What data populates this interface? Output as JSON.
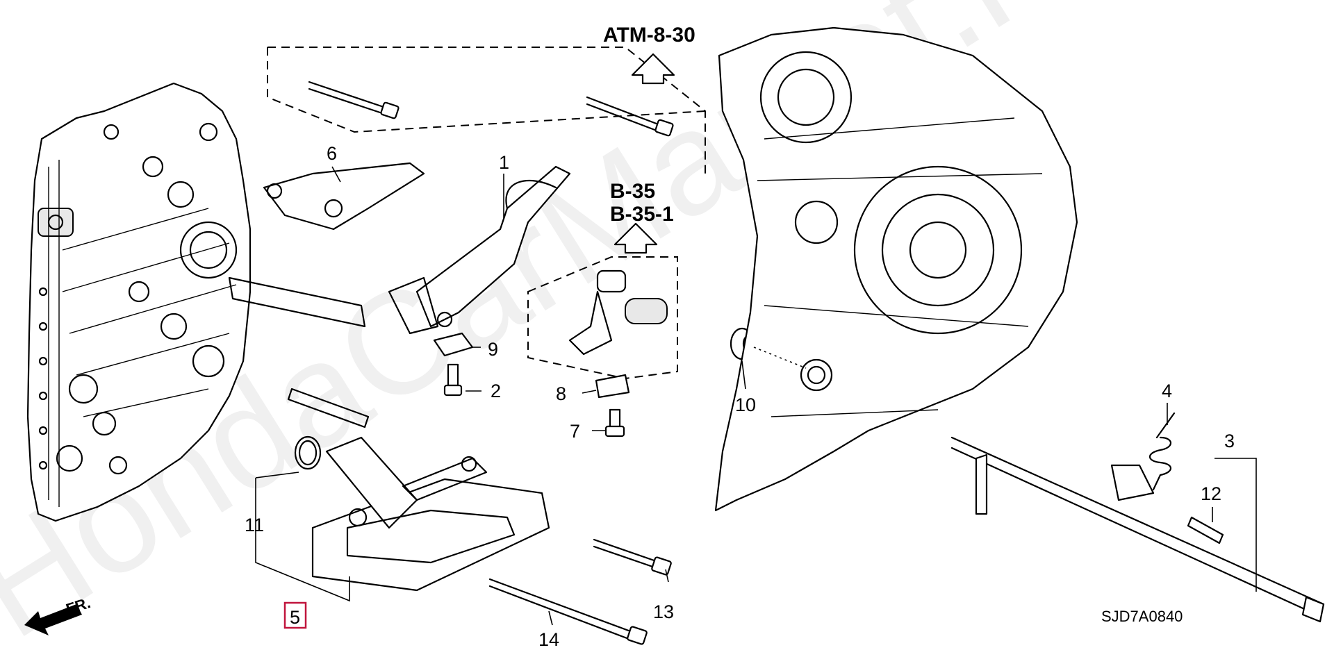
{
  "watermark": "HondaCarMarket.ru",
  "references": {
    "atm": "ATM-8-30",
    "b35": "B-35",
    "b351": "B-35-1"
  },
  "front_marker": "FR.",
  "diagram_code": "SJD7A0840",
  "callouts": {
    "c1": "1",
    "c2": "2",
    "c3": "3",
    "c4": "4",
    "c5": "5",
    "c6": "6",
    "c7": "7",
    "c8": "8",
    "c9": "9",
    "c10": "10",
    "c11": "11",
    "c12": "12",
    "c13": "13",
    "c14": "14"
  },
  "colors": {
    "highlight": "#c0143c",
    "line": "#000000"
  }
}
